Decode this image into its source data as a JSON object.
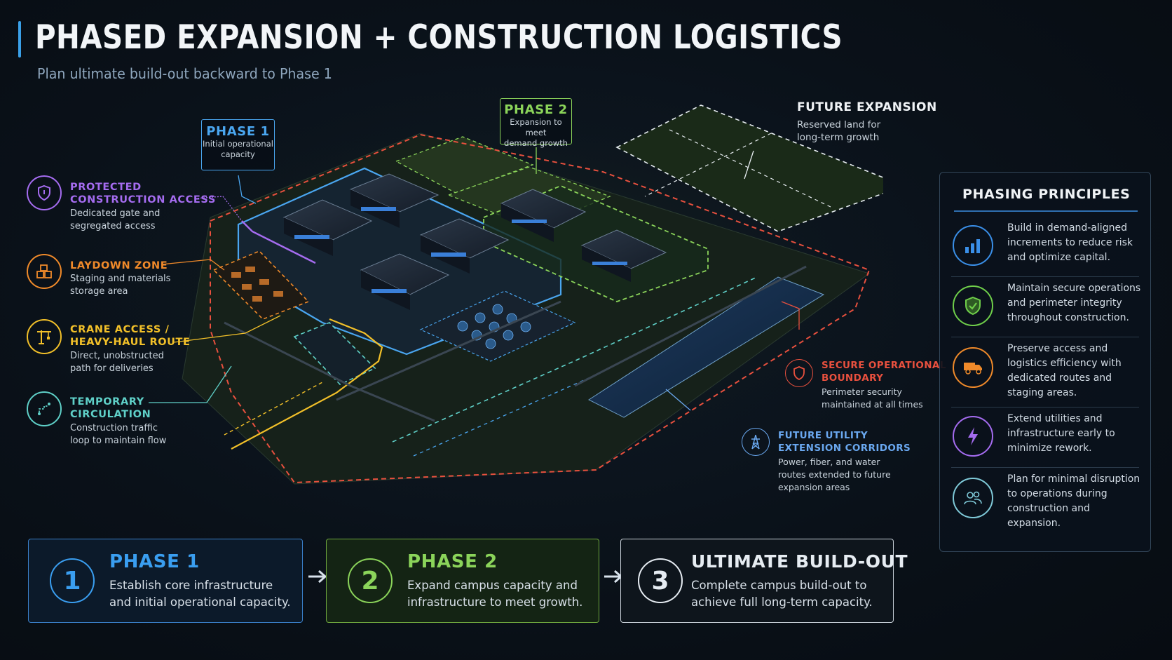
{
  "header": {
    "title": "PHASED EXPANSION + CONSTRUCTION LOGISTICS",
    "subtitle": "Plan ultimate build-out backward to Phase 1"
  },
  "map_labels": {
    "phase1": {
      "title": "PHASE 1",
      "desc_1": "Initial operational",
      "desc_2": "capacity"
    },
    "phase2": {
      "title": "PHASE 2",
      "desc_1": "Expansion to meet",
      "desc_2": "demand growth"
    },
    "future": {
      "title": "FUTURE EXPANSION",
      "desc_1": "Reserved land for",
      "desc_2": "long-term growth"
    }
  },
  "left_callouts": [
    {
      "title_1": "PROTECTED",
      "title_2": "CONSTRUCTION ACCESS",
      "desc_1": "Dedicated gate and",
      "desc_2": "segregated access",
      "icon": "shield-icon",
      "color": "#a56cf0"
    },
    {
      "title_1": "LAYDOWN ZONE",
      "title_2": "",
      "desc_1": "Staging and materials",
      "desc_2": "storage area",
      "icon": "boxes-icon",
      "color": "#f08a2a"
    },
    {
      "title_1": "CRANE ACCESS /",
      "title_2": "HEAVY-HAUL ROUTE",
      "desc_1": "Direct, unobstructed",
      "desc_2": "path for deliveries",
      "icon": "crane-icon",
      "color": "#f2c029"
    },
    {
      "title_1": "TEMPORARY",
      "title_2": "CIRCULATION",
      "desc_1": "Construction traffic",
      "desc_2": "loop to maintain flow",
      "icon": "route-icon",
      "color": "#5fd0c8"
    }
  ],
  "right_labels": [
    {
      "title_1": "SECURE OPERATIONAL",
      "title_2": "BOUNDARY",
      "desc_1": "Perimeter security",
      "desc_2": "maintained at all times",
      "desc_3": "",
      "icon": "shield-icon",
      "color": "#e8503e"
    },
    {
      "title_1": "FUTURE UTILITY",
      "title_2": "EXTENSION CORRIDORS",
      "desc_1": "Power, fiber, and water",
      "desc_2": "routes extended to future",
      "desc_3": "expansion areas",
      "icon": "pylon-icon",
      "color": "#6aa8f0"
    }
  ],
  "principles": {
    "heading": "PHASING PRINCIPLES",
    "items": [
      {
        "line_1": "Build in demand-aligned",
        "line_2": "increments to reduce risk",
        "line_3": "and optimize capital.",
        "line_4": "",
        "icon": "bar-chart-icon",
        "color": "#3a8fe8"
      },
      {
        "line_1": "Maintain secure operations",
        "line_2": "and perimeter integrity",
        "line_3": "throughout construction.",
        "line_4": "",
        "icon": "shield-check-icon",
        "color": "#6fcf4a"
      },
      {
        "line_1": "Preserve access and",
        "line_2": "logistics efficiency with",
        "line_3": "dedicated routes and",
        "line_4": "staging areas.",
        "icon": "truck-icon",
        "color": "#f08a2a"
      },
      {
        "line_1": "Extend utilities and",
        "line_2": "infrastructure early to",
        "line_3": "minimize rework.",
        "line_4": "",
        "icon": "lightning-icon",
        "color": "#a56cf0"
      },
      {
        "line_1": "Plan for minimal disruption",
        "line_2": "to operations during",
        "line_3": "construction and",
        "line_4": "expansion.",
        "icon": "people-icon",
        "color": "#7fc9d8"
      }
    ]
  },
  "steps": [
    {
      "number": "1",
      "title": "PHASE 1",
      "line_1": "Establish core infrastructure",
      "line_2": "and initial operational capacity.",
      "color": "#3a9ef0"
    },
    {
      "number": "2",
      "title": "PHASE 2",
      "line_1": "Expand campus capacity and",
      "line_2": "infrastructure to meet growth.",
      "color": "#8bd45a"
    },
    {
      "number": "3",
      "title": "ULTIMATE BUILD-OUT",
      "line_1": "Complete campus build-out to",
      "line_2": "achieve full long-term capacity.",
      "color": "#e6ecf2"
    }
  ]
}
